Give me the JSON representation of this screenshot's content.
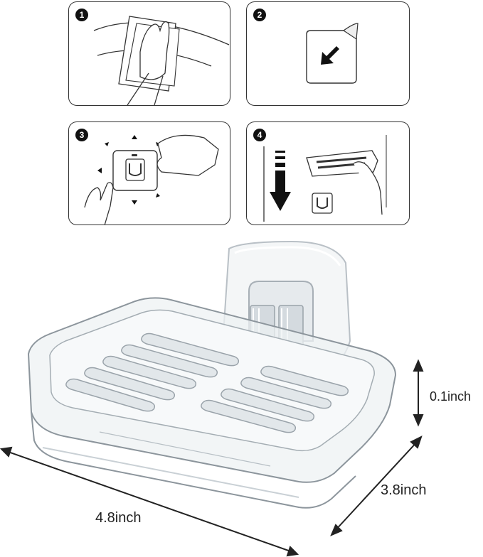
{
  "steps": [
    {
      "number": "1"
    },
    {
      "number": "2"
    },
    {
      "number": "3"
    },
    {
      "number": "4"
    }
  ],
  "dimensions": {
    "height": "0.1inch",
    "width": "3.8inch",
    "length": "4.8inch"
  },
  "colors": {
    "line": "#333333",
    "badge": "#111111",
    "clear_plastic": "#d8dde2"
  }
}
